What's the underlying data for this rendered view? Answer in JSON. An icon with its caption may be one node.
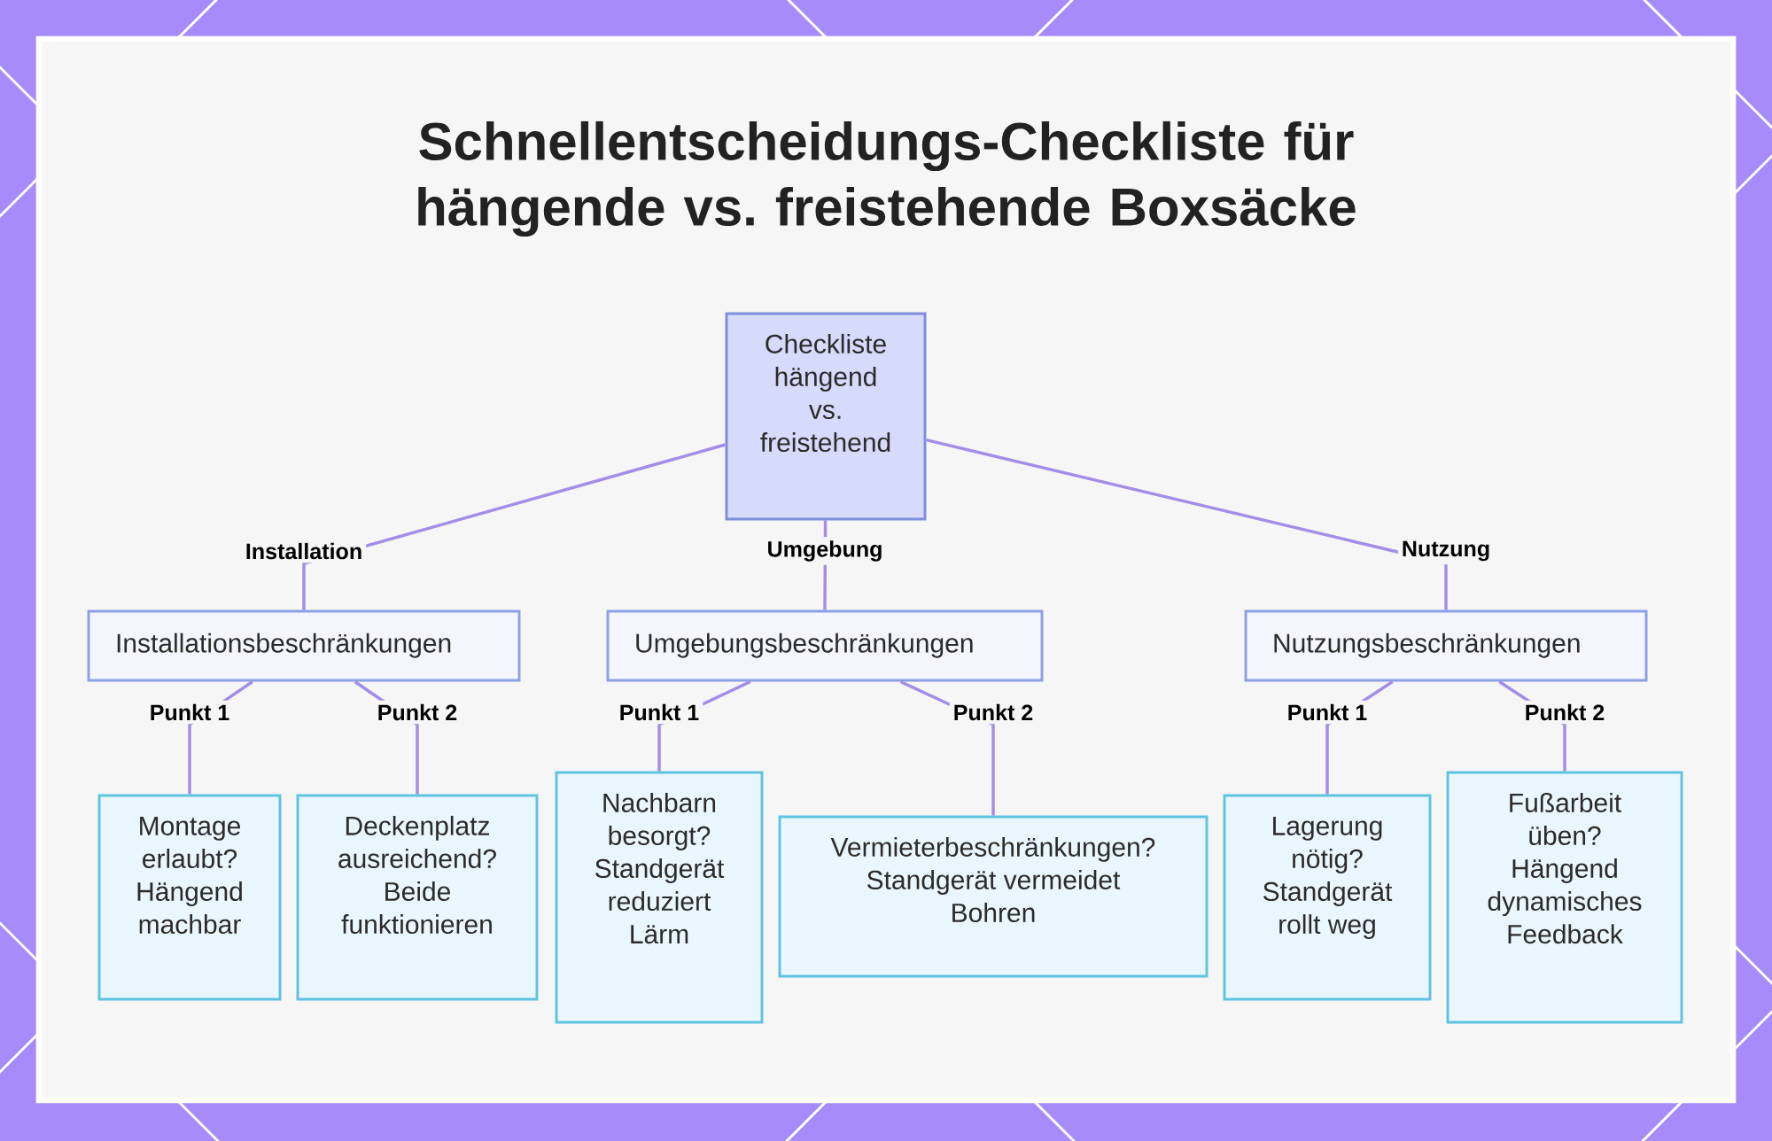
{
  "diagram": {
    "title": "Schnellentscheidungs-Checkliste für hängende vs. freistehende Boxsäcke",
    "nodes": [
      {
        "text": [
          "Checkliste hängend vs. freistehend"
        ]
      },
      {
        "text": [
          "Installationsbeschränkungen"
        ]
      },
      {
        "text": [
          "Umgebungsbeschränkungen"
        ]
      },
      {
        "text": [
          "Nutzungsbeschränkungen"
        ]
      },
      {
        "text": [
          "Montage erlaubt? Hängend machbar"
        ]
      },
      {
        "text": [
          "Deckenplatz ausreichend? Beide funktionieren"
        ]
      },
      {
        "text": [
          "Nachbarn besorgt? Standgerät reduziert Lärm"
        ]
      },
      {
        "text": [
          "Vermieterbeschränkungen? Standgerät vermeidet Bohren"
        ]
      },
      {
        "text": [
          "Lagerung nötig? Standgerät rollt weg"
        ]
      },
      {
        "text": [
          "Fußarbeit üben? Hängend dynamisches Feedback"
        ]
      }
    ],
    "edges": [
      {
        "from": 0,
        "to": 1,
        "arrow": "none",
        "label": "Installation"
      },
      {
        "from": 0,
        "to": 2,
        "arrow": "none",
        "label": "Umgebung"
      },
      {
        "from": 0,
        "to": 3,
        "arrow": "none",
        "label": "Nutzung"
      },
      {
        "from": 1,
        "to": 4,
        "arrow": "none",
        "label": "Punkt 1"
      },
      {
        "from": 1,
        "to": 5,
        "arrow": "none",
        "label": "Punkt 2"
      },
      {
        "from": 2,
        "to": 6,
        "arrow": "none",
        "label": "Punkt 1"
      },
      {
        "from": 2,
        "to": 7,
        "arrow": "none",
        "label": "Punkt 2"
      },
      {
        "from": 3,
        "to": 8,
        "arrow": "none",
        "label": "Punkt 1"
      },
      {
        "from": 3,
        "to": 9,
        "arrow": "none",
        "label": "Punkt 2"
      }
    ]
  }
}
